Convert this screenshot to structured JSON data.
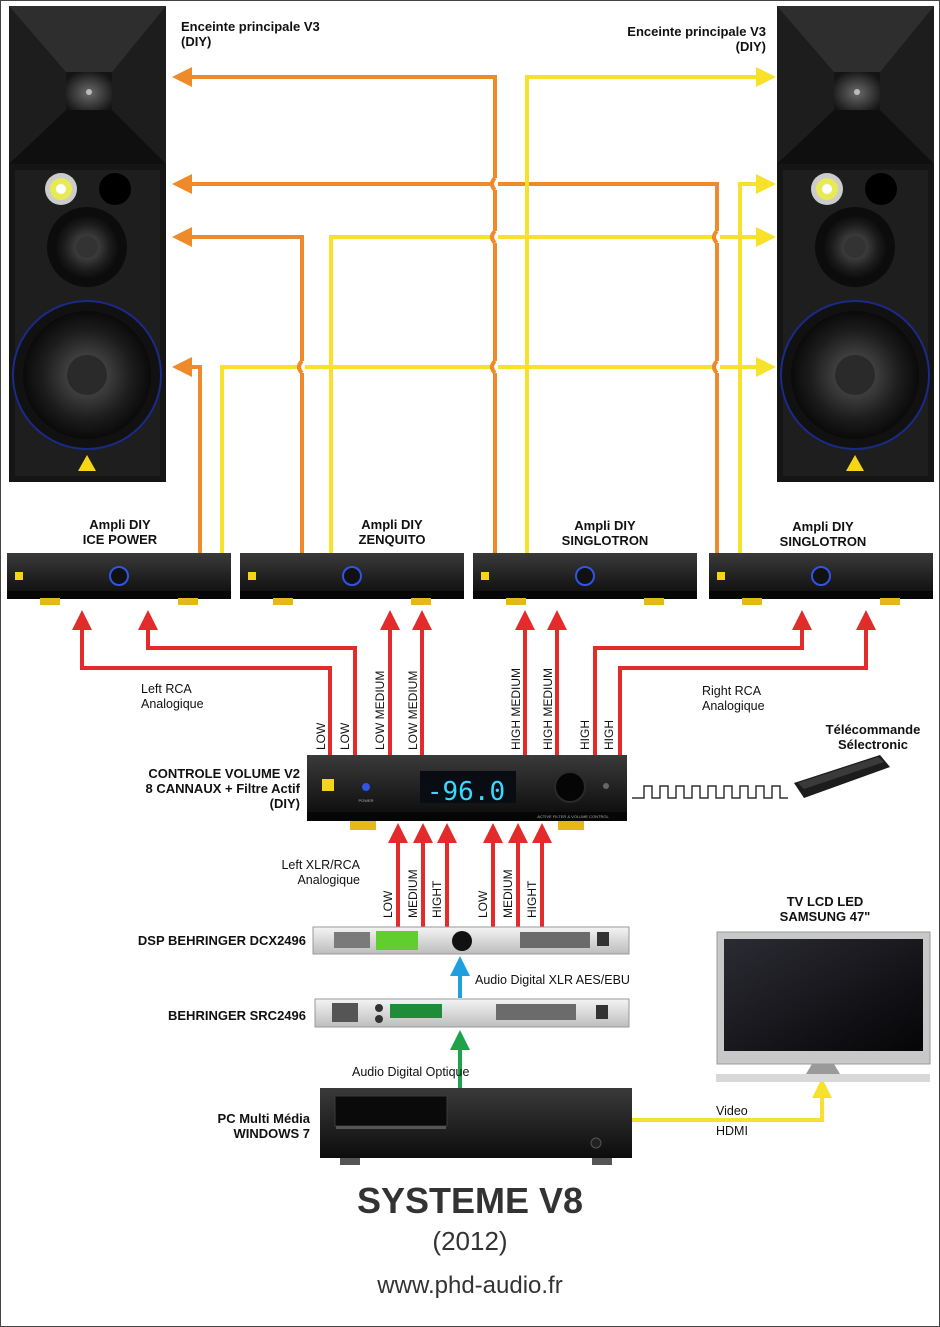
{
  "speakers": {
    "left": {
      "title_line1": "Enceinte principale V3",
      "title_line2": "(DIY)"
    },
    "right": {
      "title_line1": "Enceinte principale V3",
      "title_line2": "(DIY)"
    }
  },
  "amps": [
    {
      "line1": "Ampli DIY",
      "line2": "ICE POWER"
    },
    {
      "line1": "Ampli DIY",
      "line2": "ZENQUITO"
    },
    {
      "line1": "Ampli DIY",
      "line2": "SINGLOTRON"
    },
    {
      "line1": "Ampli DIY",
      "line2": "SINGLOTRON"
    }
  ],
  "signals": {
    "left_rca_1": "Left RCA",
    "left_rca_2": "Analogique",
    "right_rca_1": "Right RCA",
    "right_rca_2": "Analogique",
    "left_xlr_1": "Left XLR/RCA",
    "left_xlr_2": "Analogique",
    "aes": "Audio Digital XLR AES/EBU",
    "optique": "Audio Digital Optique",
    "video": "Video",
    "hdmi": "HDMI"
  },
  "channels_out": [
    "LOW",
    "LOW",
    "LOW MEDIUM",
    "LOW MEDIUM",
    "HIGH MEDIUM",
    "HIGH MEDIUM",
    "HIGH",
    "HIGH"
  ],
  "channels_in": [
    "LOW",
    "MEDIUM",
    "HIGHT",
    "LOW",
    "MEDIUM",
    "HIGHT"
  ],
  "controller": {
    "line1": "CONTROLE VOLUME V2",
    "line2": "8 CANNAUX + Filtre Actif",
    "line3": "(DIY)",
    "display": "-96.0",
    "power": "POWER",
    "bottom": "ACTIVE FILTER & VOLUME CONTROL"
  },
  "remote": {
    "line1": "Télécommande",
    "line2": "Sélectronic"
  },
  "dsp": "DSP BEHRINGER DCX2496",
  "src": "BEHRINGER SRC2496",
  "pc": {
    "line1": "PC Multi Média",
    "line2": "WINDOWS 7"
  },
  "tv": {
    "line1": "TV LCD LED",
    "line2": "SAMSUNG 47\""
  },
  "footer": {
    "title": "SYSTEME V8",
    "year": "(2012)",
    "site": "www.phd-audio.fr"
  },
  "colors": {
    "orange": "#ee8a2a",
    "yellow": "#f7e12a",
    "red": "#e32b2b",
    "blue": "#1e9fe0",
    "green": "#1fa34a"
  }
}
